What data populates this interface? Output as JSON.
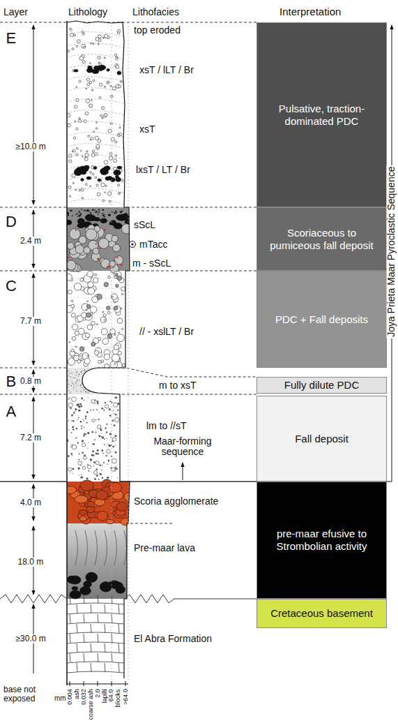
{
  "diagram": {
    "nodes": [
      {
        "text": [
          "Pulsative, traction-dominated PDC"
        ]
      },
      {
        "text": [
          "Scoriaceous to pumiceous fall deposit"
        ]
      },
      {
        "text": [
          "PDC + Fall deposits"
        ]
      },
      {
        "text": [
          "Fully dilute PDC"
        ]
      },
      {
        "text": [
          "Fall deposit"
        ]
      },
      {
        "text": [
          "pre-maar efusive to Strombolian activity"
        ]
      },
      {
        "text": [
          "Cretaceous basement"
        ]
      }
    ],
    "labels": [
      "Layer",
      "Lithology",
      "Lithofacies",
      "Interpretation",
      "E",
      "≥10.0 m",
      "top eroded",
      "xsT / lLT / Br",
      "xsT",
      "lxsT / LT / Br",
      "D",
      "2.4 m",
      "sScL",
      "mTacc",
      "m - sScL",
      "C",
      "7.7 m",
      "// - xslLT / Br",
      "B",
      "0.8 m",
      "m to xsT",
      "A",
      "7.2 m",
      "lm to //sT",
      "Maar-forming sequence",
      "4.0 m",
      "Scoria agglomerate",
      "18.0 m",
      "Pre-maar lava",
      "≥30.0 m",
      "El Abra Formation",
      "Joya Prieta Maar Pyroclastic Sequence",
      "base not exposed",
      "mm",
      "0.004",
      "0.032",
      "2.0",
      "64.0",
      ">64.0",
      "ash",
      "coarse ash",
      "lapilli",
      "blocks"
    ]
  }
}
